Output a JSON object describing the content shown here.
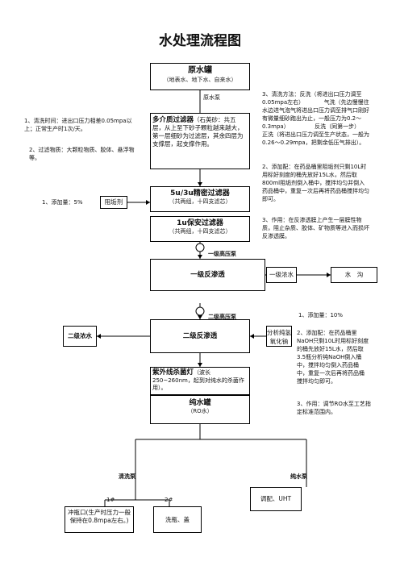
{
  "title": "水处理流程图",
  "raw_tank": {
    "title": "原水罐",
    "sub": "（地表水、地下水、自来水）"
  },
  "raw_pump": "原水泵",
  "multimedia": {
    "title": "多介质过滤器",
    "desc": "（石英砂：共五层，从上至下砂子颗粒越来越大，第一层细砂为过滤层，其余四层为支撑层，起支撑作用。"
  },
  "fine_filter": {
    "title": "5u/3u精密过滤器",
    "sub": "（共两组，十四支滤芯）"
  },
  "security_filter": {
    "title": "1u保安过滤器",
    "sub": "（共两组，十四支滤芯）"
  },
  "antiscalant": "阻垢剂",
  "dosage_left": "1、添加量：5%",
  "hp_pump_1": "一级高压泵",
  "ro1": "一级反渗透",
  "conc_1": "一级浓水",
  "drain": "水　沟",
  "hp_pump_2": "二级高压泵",
  "ro2": "二级反渗透",
  "conc_2": "二级浓水",
  "naoh": "分析纯氢氧化钠",
  "uv": {
    "title": "紫外线杀菌灯",
    "desc": "（波长250~260nm，起到对纯水的杀菌作用）。"
  },
  "pure_tank": {
    "title": "纯水罐",
    "sub": "（RO水）"
  },
  "clean_pump": "清洗泵",
  "pure_pump": "纯水泵",
  "n1": "1#",
  "n2": "2#",
  "rinse": "冲瓶口(生产时压力一般保持在0.8mpa左右。)",
  "wash": "洗瓶、盖",
  "mix": "调配、UHT",
  "left_note_1": "1、清洗时间：进出口压力相差0.05mpa以上；正常生产时1次/天。",
  "left_note_2": "2、过滤物质：大颗粒物质、胶体、悬浮物等。",
  "right_note_1": "3、清洗方法：反洗（将进出口压力调至0.05mpa左右）　　　　气洗（先边慢慢往水边进气泡气将进出口压力调至排气口刚好有微量细砂跑出为止，一般压力为0.2～0.3mpa）　　　　　反洗（同第一步）　　　　正洗（将进出口压力调至生产状态，一般为0.26～0.29mpa，把剩余低压气排出）。",
  "right_note_2": "2、添加配：在药品桶里阻垢剂只剩10L时用标好刻度的桶先放好15L水，然后取800ml阻垢剂倒入桶中，搅拌均匀并倒入药品桶中，重复一次后再将药品桶搅拌均匀即可。",
  "right_note_3": "3、作用：在反渗透膜上产生一层膜性物质，阻止杂质、胶体、矿物质等进入而损坏反渗透膜。",
  "naoh_note_1": "1、添加量：10%",
  "naoh_note_2": "2、添加配：在药品桶里NaOH只剩10L时用标好刻度的桶先放好15L水，然后取3.5瓶分析纯NaOH倒入桶中，搅拌均匀倒入药品桶中，重复一次后再将药品桶搅拌均匀即可。",
  "naoh_note_3": "3、作用：调节RO水至工艺指定标准范围内。"
}
